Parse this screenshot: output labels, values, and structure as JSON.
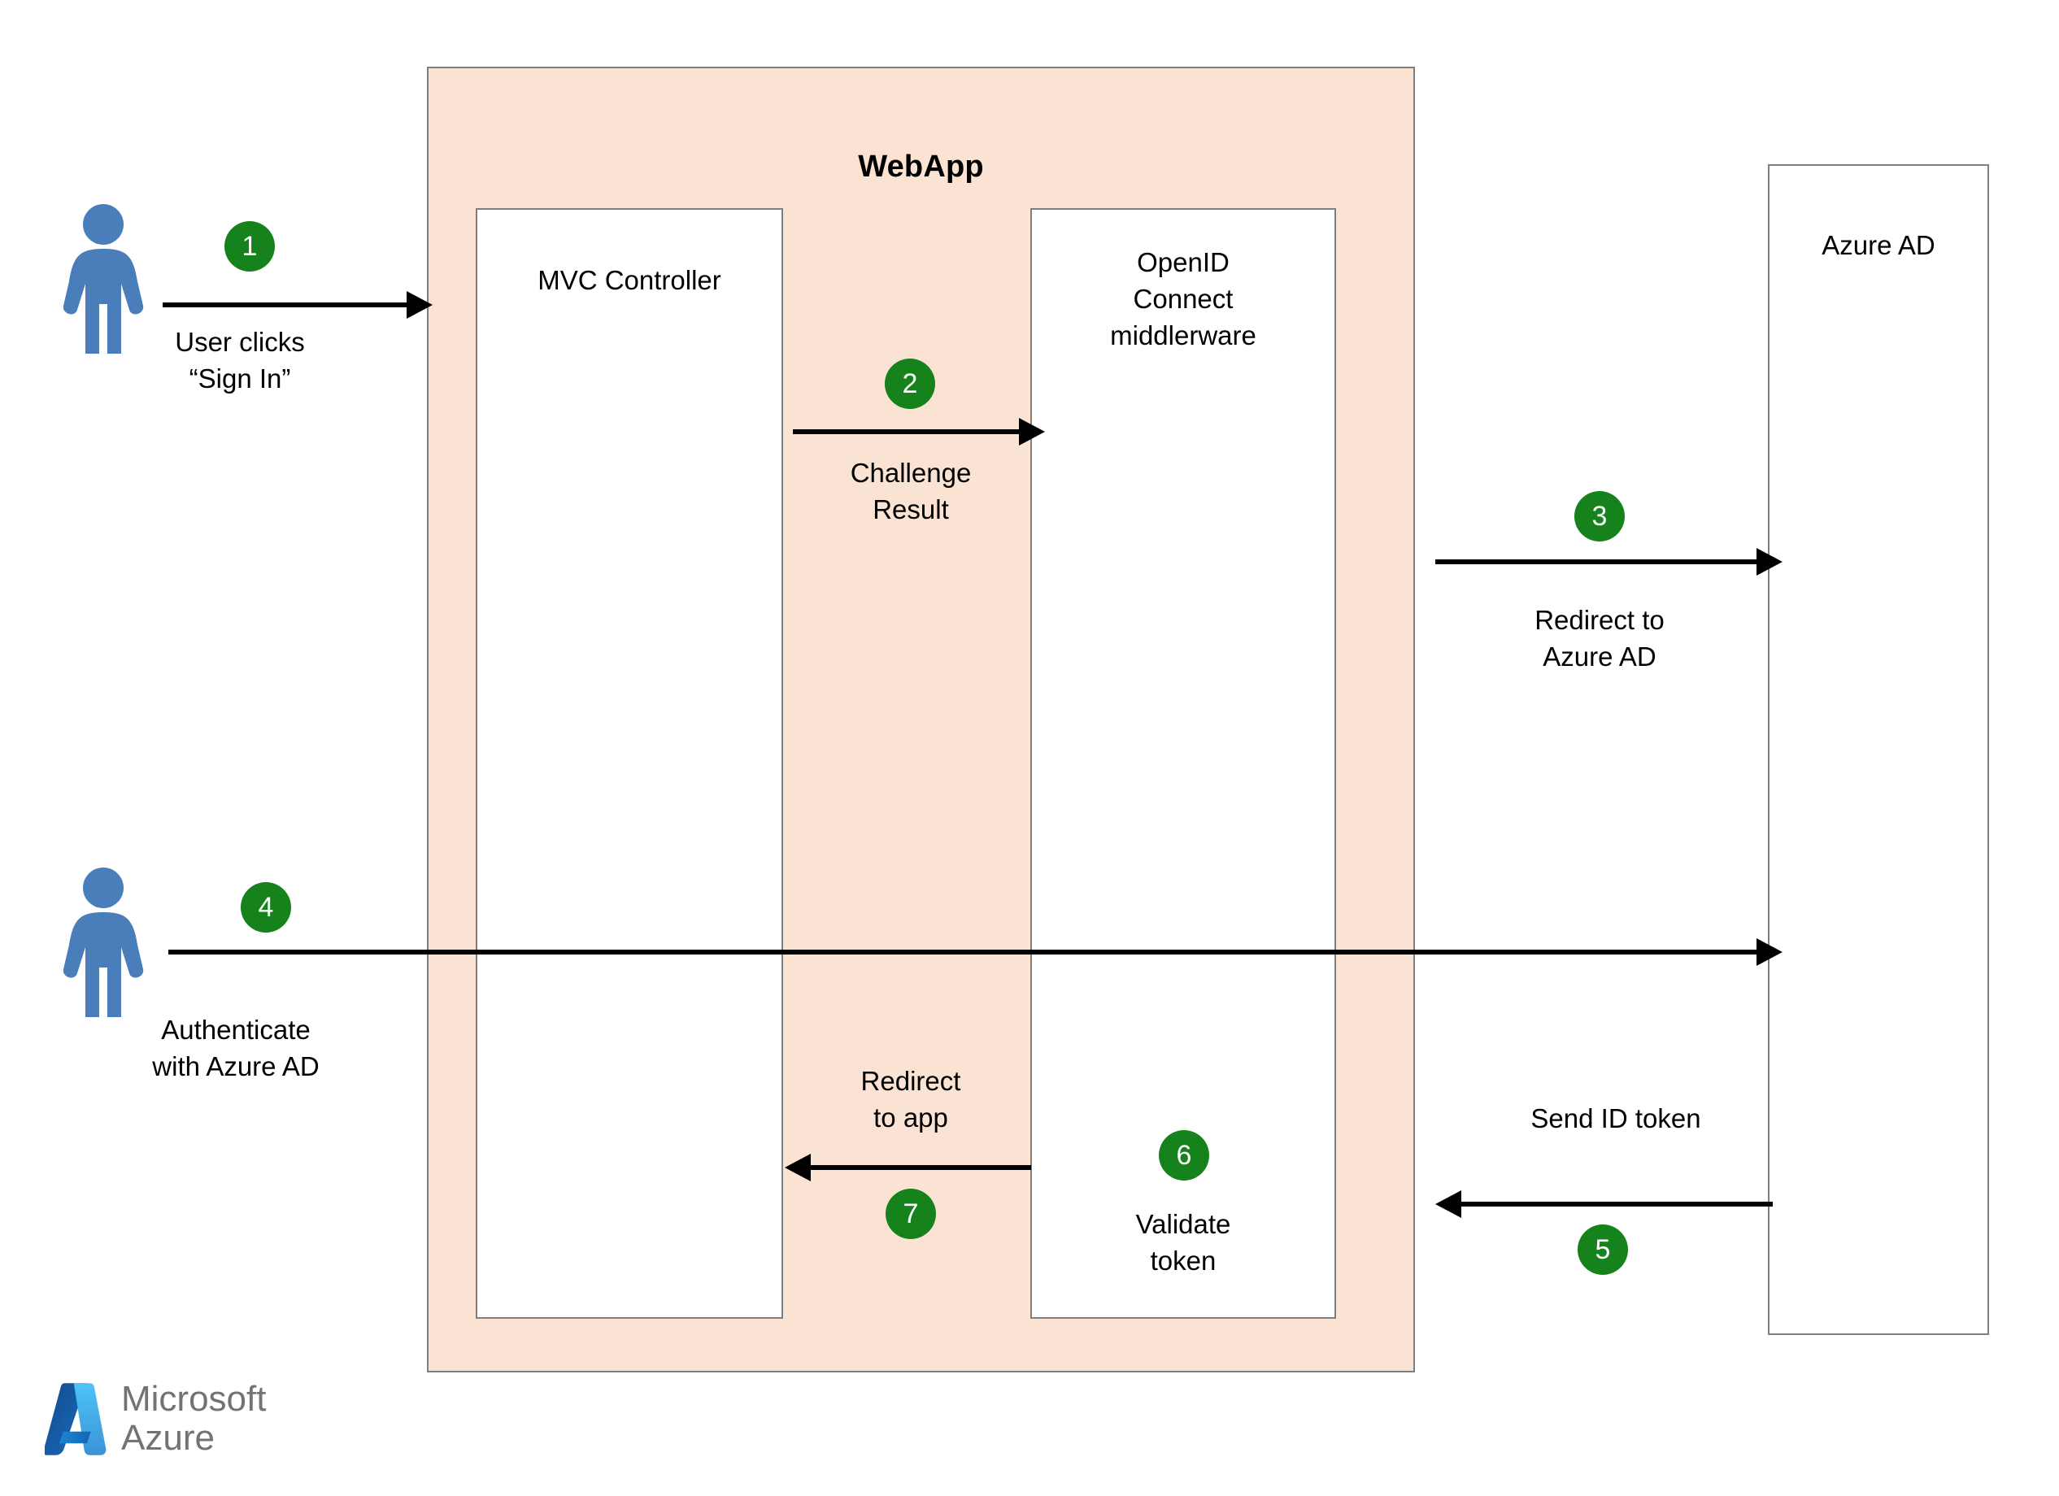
{
  "diagram": {
    "title": "Azure AD Web App OpenID Connect sign-in flow",
    "colors": {
      "container_fill": "#FAE3D2",
      "container_stroke": "#7E7E7E",
      "box_fill": "#FFFFFF",
      "step_badge": "#15821B",
      "person": "#4A7EBB",
      "arrow": "#000000",
      "logo_text": "#737373",
      "logo_blue_dark": "#0F5FA6",
      "logo_blue_light": "#50C3F0"
    }
  },
  "containers": {
    "webapp": {
      "label": "WebApp"
    },
    "mvc_controller": {
      "label": "MVC Controller"
    },
    "oidc_middleware": {
      "label": "OpenID\nConnect\nmiddlerware"
    },
    "azure_ad": {
      "label": "Azure AD"
    }
  },
  "actors": [
    {
      "name": "user-top",
      "icon": "person-icon"
    },
    {
      "name": "user-bottom",
      "icon": "person-icon"
    }
  ],
  "steps": [
    {
      "number": "1",
      "label": "User clicks\n“Sign In”",
      "direction": "right"
    },
    {
      "number": "2",
      "label": "Challenge\nResult",
      "direction": "right"
    },
    {
      "number": "3",
      "label": "Redirect to\nAzure AD",
      "direction": "right"
    },
    {
      "number": "4",
      "label": "Authenticate\nwith Azure AD",
      "direction": "right"
    },
    {
      "number": "5",
      "label": "Send ID token",
      "direction": "left"
    },
    {
      "number": "6",
      "label": "Validate\ntoken",
      "direction": "none"
    },
    {
      "number": "7",
      "label": "Redirect\nto app",
      "direction": "left"
    }
  ],
  "logo": {
    "text": "Microsoft\nAzure",
    "icon": "azure-logo-icon"
  }
}
